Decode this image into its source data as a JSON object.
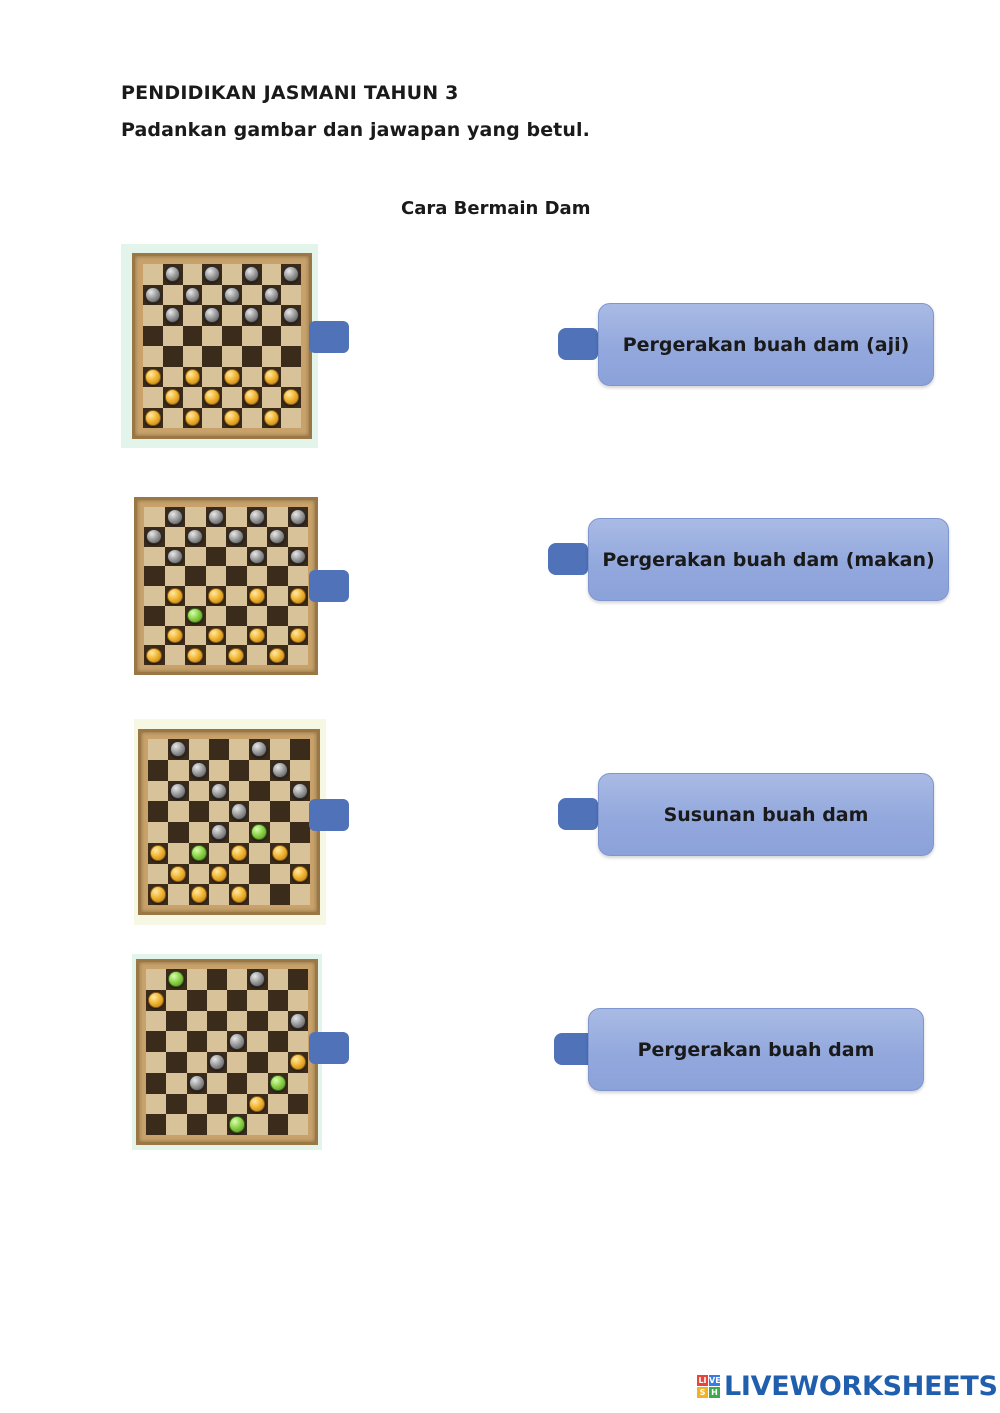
{
  "header": {
    "title": "PENDIDIKAN JASMANI TAHUN 3",
    "instruction": "Padankan gambar dan jawapan yang betul."
  },
  "section": {
    "title": "Cara Bermain Dam"
  },
  "images": [
    {
      "name": "checkers-board-setup",
      "alt": "Papan dam dengan susunan awal buah dam"
    },
    {
      "name": "checkers-board-capture",
      "alt": "Papan dam menunjukkan pergerakan makan"
    },
    {
      "name": "checkers-board-move",
      "alt": "Papan dam menunjukkan pergerakan buah dam"
    },
    {
      "name": "checkers-board-king-move",
      "alt": "Papan dam menunjukkan pergerakan buah dam aji"
    }
  ],
  "answers": [
    {
      "label": "Pergerakan buah dam (aji)"
    },
    {
      "label": "Pergerakan buah dam (makan)"
    },
    {
      "label": "Susunan buah dam"
    },
    {
      "label": "Pergerakan buah dam"
    }
  ],
  "footer": {
    "brand": "LIVEWORKSHEETS",
    "mark_letters": [
      "LI",
      "VE",
      "S",
      "H"
    ]
  },
  "colors": {
    "answer_box": "#93a8dd",
    "tab": "#4f72b8",
    "brand_text": "#1f5fae",
    "board_light": "#d8c29a",
    "board_dark": "#3a2b1b",
    "wood": "#c8a26a"
  }
}
